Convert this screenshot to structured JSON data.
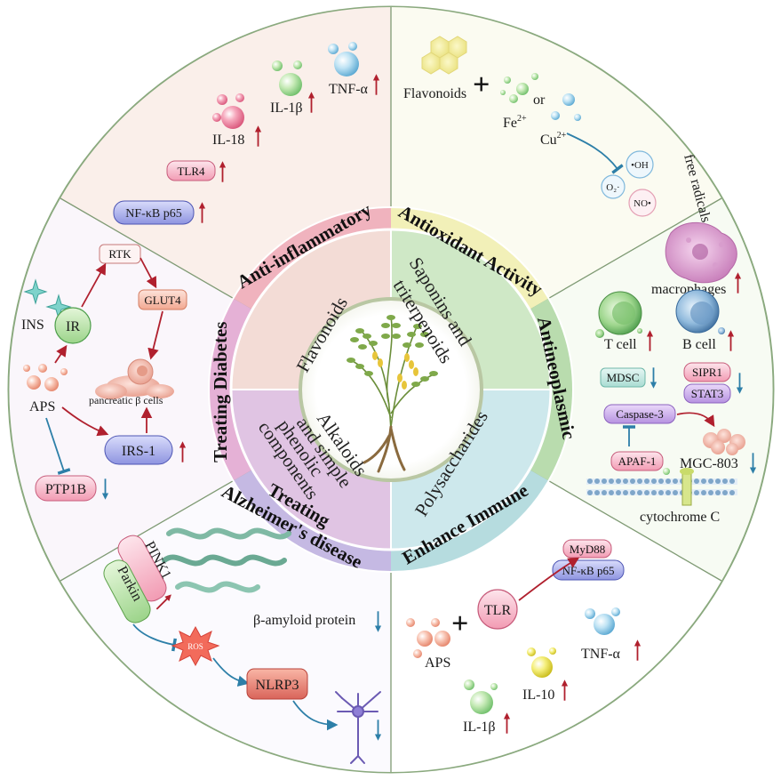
{
  "colors": {
    "outer_ring_stroke": "#8aa97e",
    "sector_divider": "#7f9a74",
    "anti_inflammatory": "#f0b3be",
    "antioxidant": "#f2f0b8",
    "antineoplasmic": "#b9dcae",
    "enhance_immune": "#b6dcdf",
    "alzheimers": "#c5b9e3",
    "diabetes": "#e5b1d6",
    "arrow_red": "#b0202e",
    "arrow_blue": "#2d7fa8"
  },
  "center": {
    "image": "astragalus-plant-icon"
  },
  "inner_ring": {
    "flavonoids": "Flavonoids",
    "saponins_line1": "Saponins and",
    "saponins_line2": "triterpenoids",
    "polysaccharides": "Polysaccharides",
    "alkaloids_line1": "Alkaloids",
    "alkaloids_line2": "and simple",
    "alkaloids_line3": "phenolic",
    "alkaloids_line4": "components"
  },
  "middle_ring": {
    "anti_inflammatory": "Anti-inflammatory",
    "antioxidant": "Antioxidant Activity",
    "antineoplasmic": "Antineoplasmic",
    "enhance_immune": "Enhance Immune",
    "alzheimers_line1": "Treating",
    "alzheimers_line2": "Alzheimer's disease",
    "diabetes": "Treating Diabetes"
  },
  "anti_inflammatory": {
    "il18": "IL-18",
    "il1b": "IL-1β",
    "tnfa": "TNF-α",
    "tlr4": "TLR4",
    "nfkb": "NF-κB p65"
  },
  "antioxidant": {
    "flavonoids": "Flavonoids",
    "plus": "+",
    "fe": "Fe",
    "fe_sup": "2+",
    "or": "or",
    "cu": "Cu",
    "cu_sup": "2+",
    "oh": "•OH",
    "o2": "O₂·",
    "no": "NO•",
    "free_radicals": "free radicals"
  },
  "antineoplasmic": {
    "macrophages": "macrophages",
    "tcell": "T cell",
    "bcell": "B cell",
    "mdsc": "MDSC",
    "sipr1": "SIPR1",
    "stat3": "STAT3",
    "caspase3": "Caspase-3",
    "apaf1": "APAF-1",
    "mgc803": "MGC-803",
    "cytochrome": "cytochrome C"
  },
  "enhance_immune": {
    "myd88": "MyD88",
    "nfkb": "NF-κB p65",
    "plus": "+",
    "tlr": "TLR",
    "aps": "APS",
    "tnfa": "TNF-α",
    "il10": "IL-10",
    "il1b": "IL-1β"
  },
  "alzheimers": {
    "pink1": "PINK1",
    "parkin": "Parkin",
    "amyloid": "β-amyloid protein",
    "ros": "ROS",
    "nlrp3": "NLRP3"
  },
  "diabetes": {
    "rtk": "RTK",
    "ins": "INS",
    "ir": "IR",
    "glut4": "GLUT4",
    "aps": "APS",
    "pancreatic": "pancreatic β cells",
    "irs1": "IRS-1",
    "ptp1b": "PTP1B"
  }
}
